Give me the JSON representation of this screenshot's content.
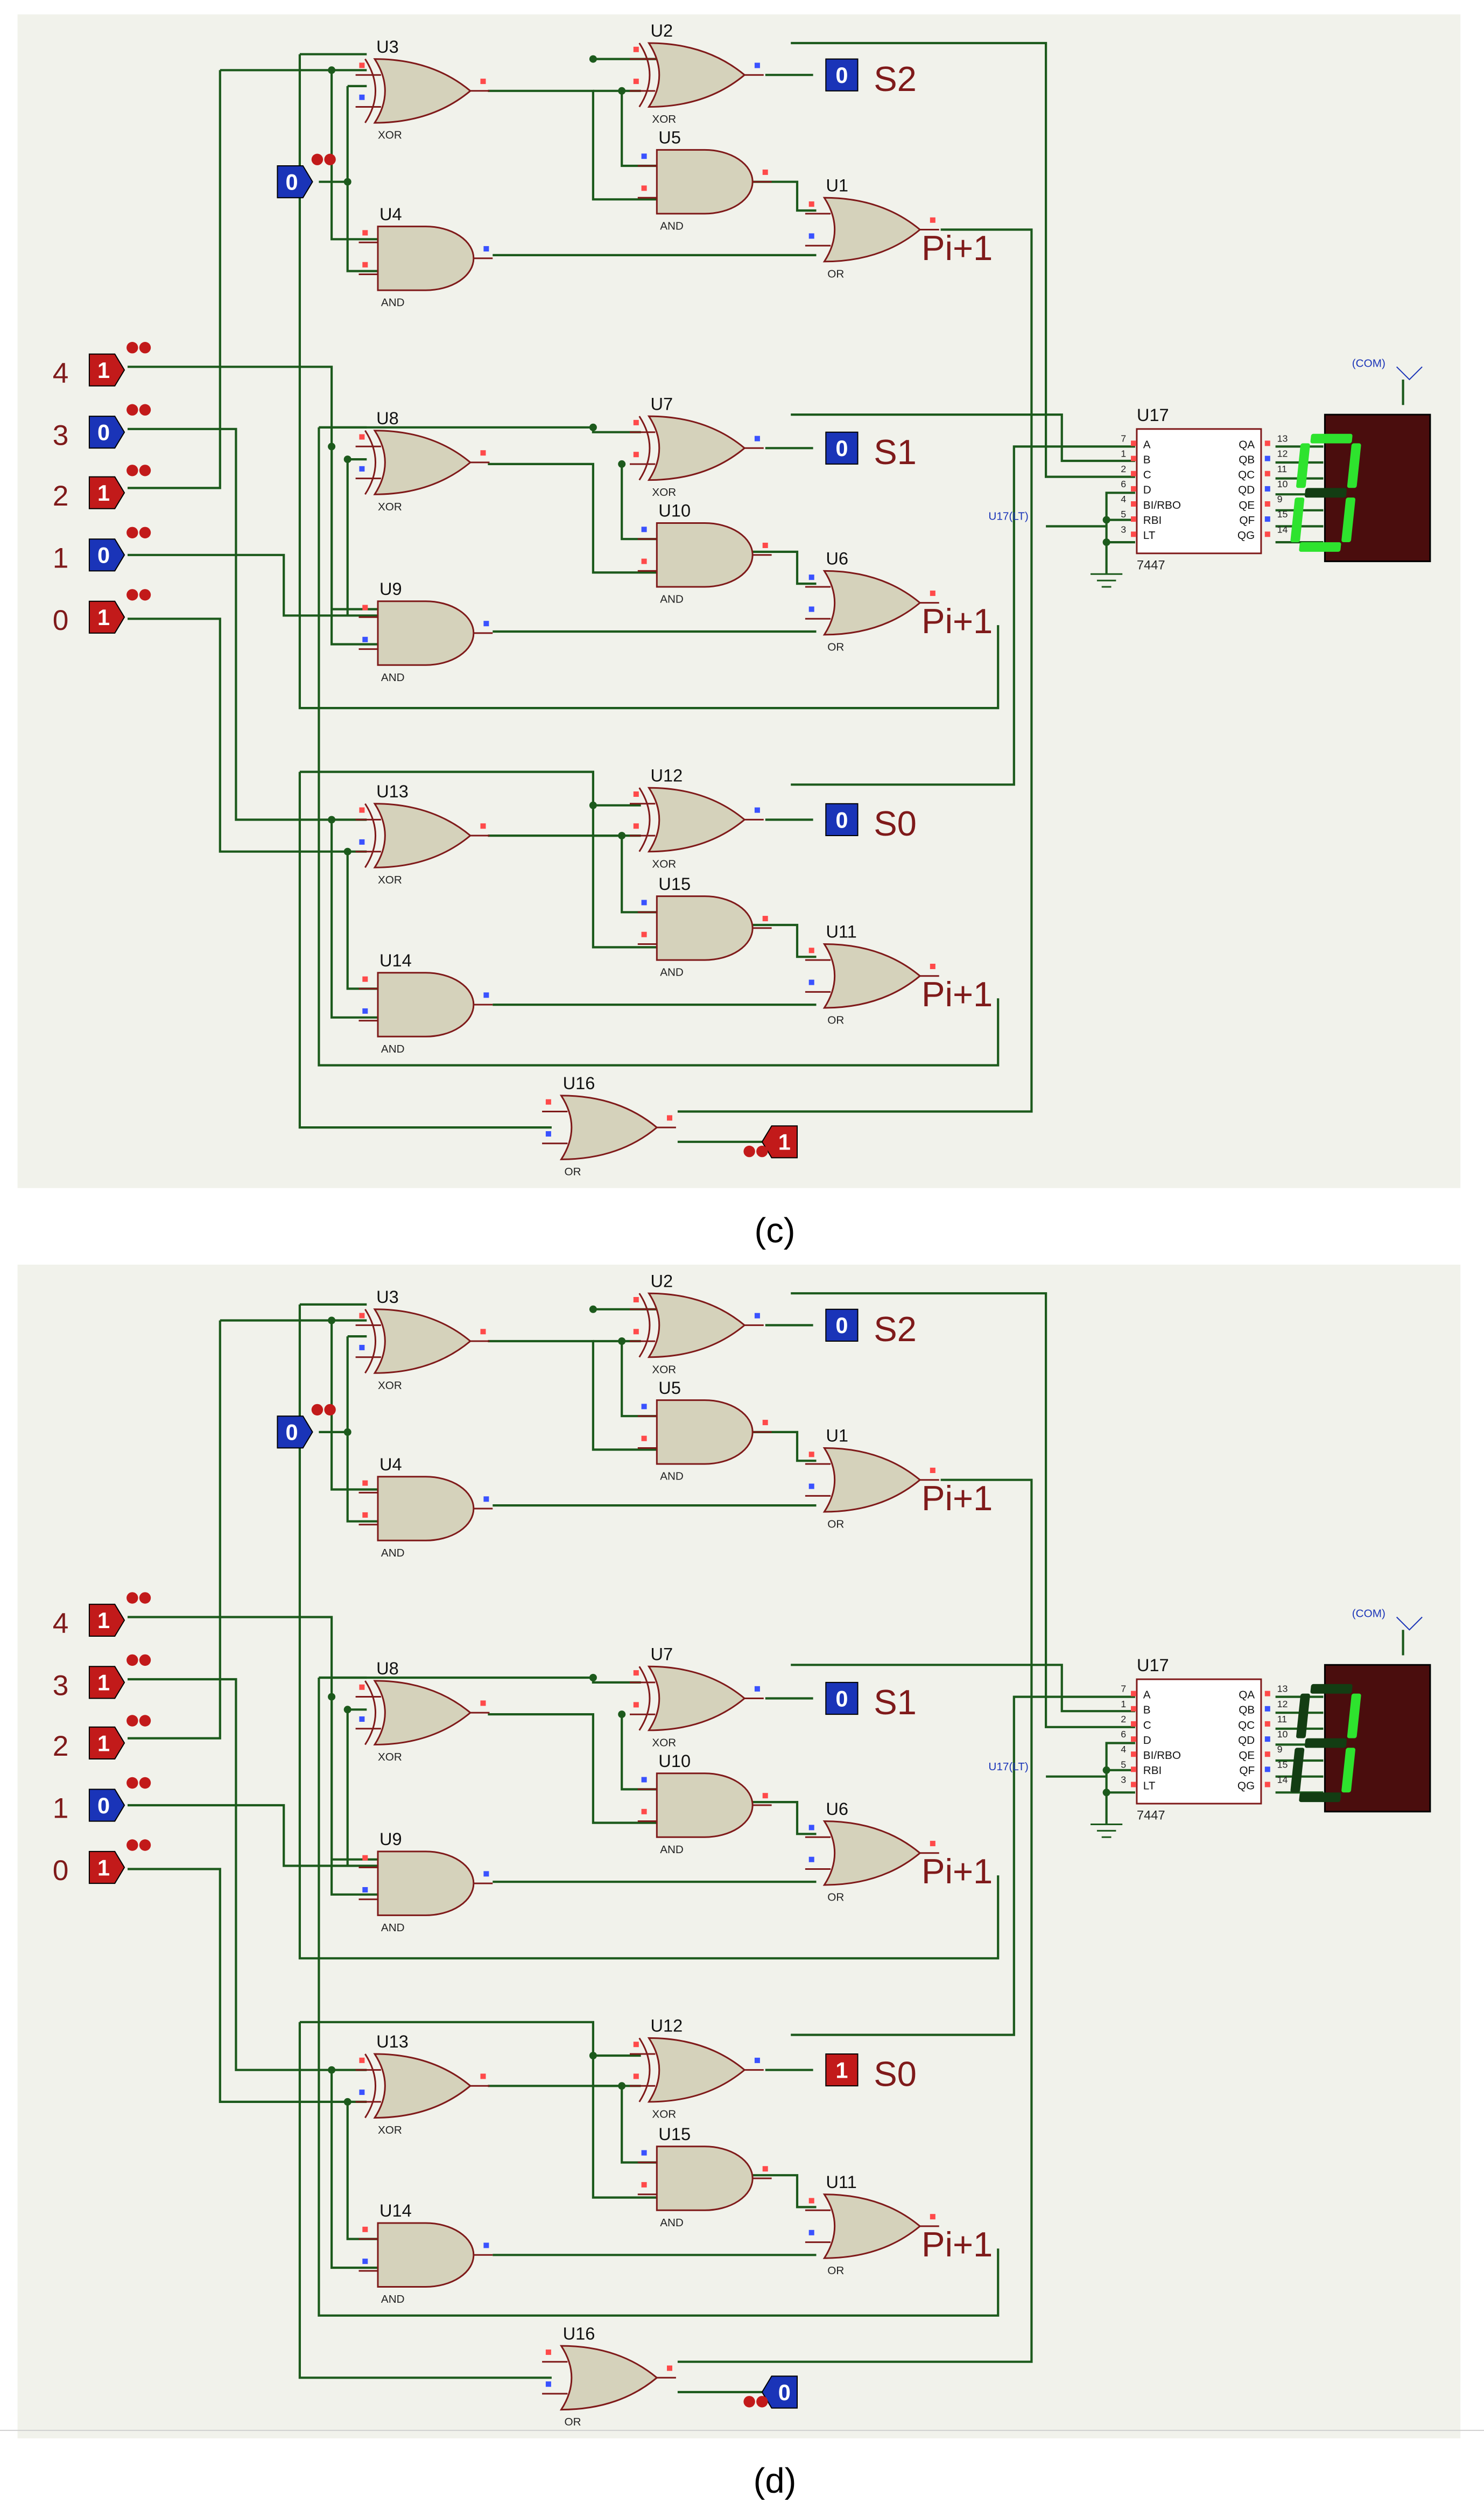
{
  "colors": {
    "panel": "#f1f2eb",
    "wire": "#1c5a1c",
    "gate_fill": "#d5d2bb",
    "gate_stroke": "#7f1a1a",
    "label": "#7f1a1a",
    "logic_high": "#c21a1a",
    "logic_low": "#1a34b8",
    "pin_high": "#ff4a4a",
    "pin_low": "#3a52ff",
    "segment_on": "#2ee32e",
    "segment_off": "#133d13",
    "display_bg": "#4a0d0d"
  },
  "panels": [
    {
      "caption": "(c)",
      "caption_letter": "c",
      "inputs": [
        {
          "label": "4",
          "value": "1"
        },
        {
          "label": "3",
          "value": "0"
        },
        {
          "label": "2",
          "value": "1"
        },
        {
          "label": "1",
          "value": "0"
        },
        {
          "label": "0",
          "value": "1"
        }
      ],
      "top_input_value": "0",
      "bottom_input_value": "1",
      "outputs": [
        {
          "label": "S2",
          "value": "0"
        },
        {
          "label": "S1",
          "value": "0"
        },
        {
          "label": "S0",
          "value": "0"
        }
      ],
      "display_digit": "0"
    },
    {
      "caption": "(d)",
      "caption_letter": "d",
      "inputs": [
        {
          "label": "4",
          "value": "1"
        },
        {
          "label": "3",
          "value": "1"
        },
        {
          "label": "2",
          "value": "1"
        },
        {
          "label": "1",
          "value": "0"
        },
        {
          "label": "0",
          "value": "1"
        }
      ],
      "top_input_value": "0",
      "bottom_input_value": "0",
      "outputs": [
        {
          "label": "S2",
          "value": "0"
        },
        {
          "label": "S1",
          "value": "0"
        },
        {
          "label": "S0",
          "value": "1"
        }
      ],
      "display_digit": "1"
    }
  ],
  "gates": {
    "U3": {
      "name": "U3",
      "type": "XOR"
    },
    "U4": {
      "name": "U4",
      "type": "AND"
    },
    "U2": {
      "name": "U2",
      "type": "XOR"
    },
    "U5": {
      "name": "U5",
      "type": "AND"
    },
    "U1": {
      "name": "U1",
      "type": "OR"
    },
    "U8": {
      "name": "U8",
      "type": "XOR"
    },
    "U9": {
      "name": "U9",
      "type": "AND"
    },
    "U7": {
      "name": "U7",
      "type": "XOR"
    },
    "U10": {
      "name": "U10",
      "type": "AND"
    },
    "U6": {
      "name": "U6",
      "type": "OR"
    },
    "U13": {
      "name": "U13",
      "type": "XOR"
    },
    "U14": {
      "name": "U14",
      "type": "AND"
    },
    "U12": {
      "name": "U12",
      "type": "XOR"
    },
    "U15": {
      "name": "U15",
      "type": "AND"
    },
    "U11": {
      "name": "U11",
      "type": "OR"
    },
    "U16": {
      "name": "U16",
      "type": "OR"
    }
  },
  "carry_label": "Pi+1",
  "decoder": {
    "name": "U17",
    "part": "7447",
    "inputs": [
      "A",
      "B",
      "C",
      "D",
      "BI/RBO",
      "RBI",
      "LT"
    ],
    "input_pins": [
      "7",
      "1",
      "2",
      "6",
      "4",
      "5",
      "3"
    ],
    "outputs": [
      "QA",
      "QB",
      "QC",
      "QD",
      "QE",
      "QF",
      "QG"
    ],
    "output_pins": [
      "13",
      "12",
      "11",
      "10",
      "9",
      "15",
      "14"
    ],
    "lt_label": "U17(LT)",
    "com_label": "(COM)"
  }
}
